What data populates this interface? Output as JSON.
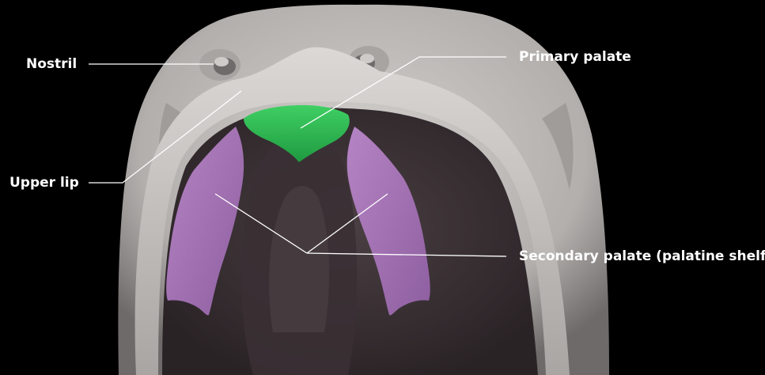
{
  "labels": {
    "nostril": "Nostril",
    "upper_lip": "Upper lip",
    "primary_palate": "Primary palate",
    "secondary_palate": "Secondary palate (palatine shelf)"
  },
  "colors": {
    "background": "#000000",
    "tissue": "#c2bebc",
    "tissue_shadow": "#8f8b8a",
    "oral_cavity": "#3f3538",
    "primary_palate": "#2fb552",
    "secondary_palate": "#a474b4",
    "leader_line": "#ffffff"
  }
}
